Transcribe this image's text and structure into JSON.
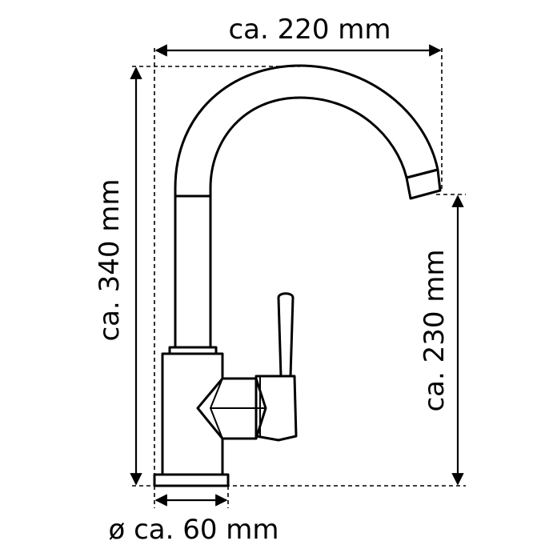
{
  "dimensions": {
    "width_label": "ca. 220 mm",
    "height_total_label": "ca. 340 mm",
    "spout_height_label": "ca. 230 mm",
    "base_diameter_label": "ø ca. 60 mm"
  },
  "colors": {
    "line": "#000000",
    "background": "#ffffff"
  }
}
